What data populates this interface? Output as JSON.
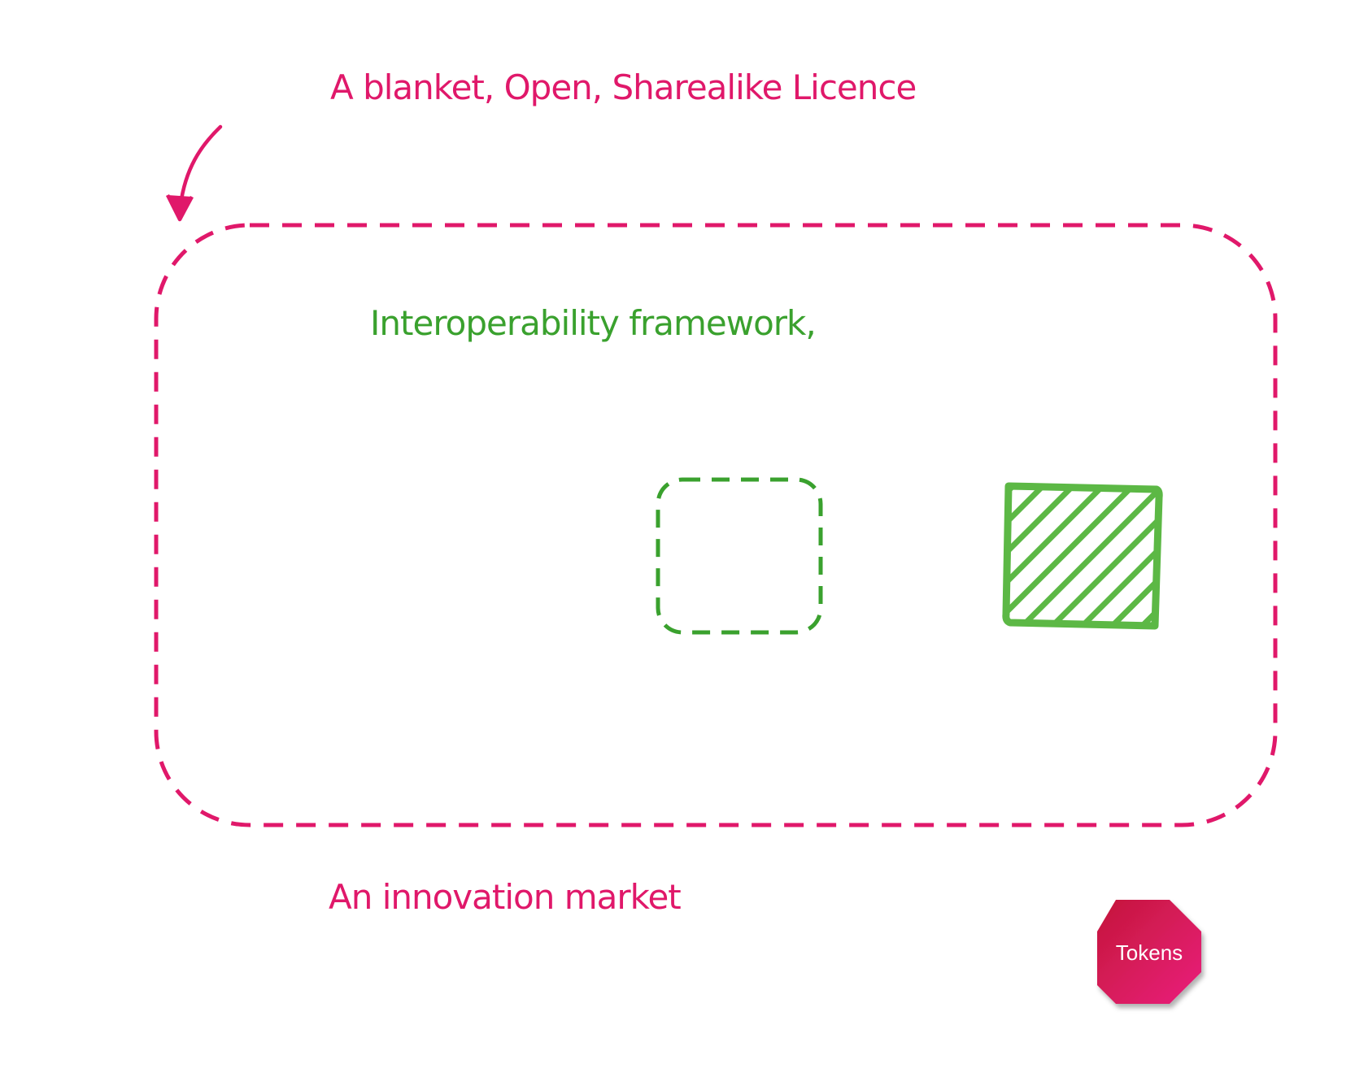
{
  "diagram": {
    "licence_label": "A blanket, Open, Sharealike Licence",
    "framework_label": "Interoperability framework,",
    "market_label": "An innovation market",
    "token_label": "Tokens"
  },
  "colors": {
    "licence": "#e0186a",
    "framework": "#3aa12e",
    "framework_fill": "#5cb845",
    "token_top": "#c8183f",
    "token_bottom": "#e81d76"
  },
  "icons": {
    "arrow": "curved-arrow-icon",
    "token": "octagon-token-icon"
  }
}
